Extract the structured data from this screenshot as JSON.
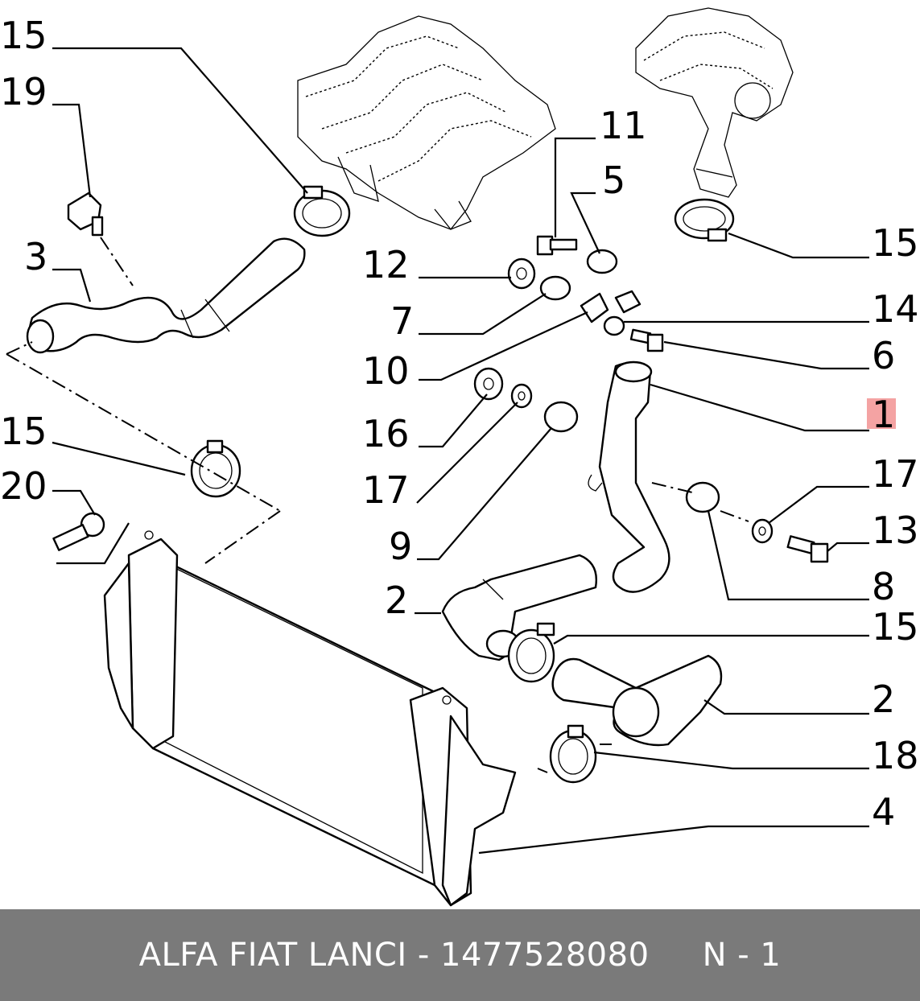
{
  "callouts": {
    "c15a": "15",
    "c19": "19",
    "c3": "3",
    "c15b": "15",
    "c20": "20",
    "c11": "11",
    "c5": "5",
    "c12": "12",
    "c7": "7",
    "c10": "10",
    "c16": "16",
    "c17a": "17",
    "c9": "9",
    "c2a": "2",
    "c15c": "15",
    "c14": "14",
    "c6": "6",
    "c1": "1",
    "c17b": "17",
    "c13": "13",
    "c8": "8",
    "c15d": "15",
    "c2b": "2",
    "c18": "18",
    "c4": "4"
  },
  "highlight_color": "#f4a3a3",
  "footer": {
    "brand": "ALFA FIAT LANCI",
    "separator": " - ",
    "part_number": "1477528080",
    "page_label": "N - 1"
  }
}
